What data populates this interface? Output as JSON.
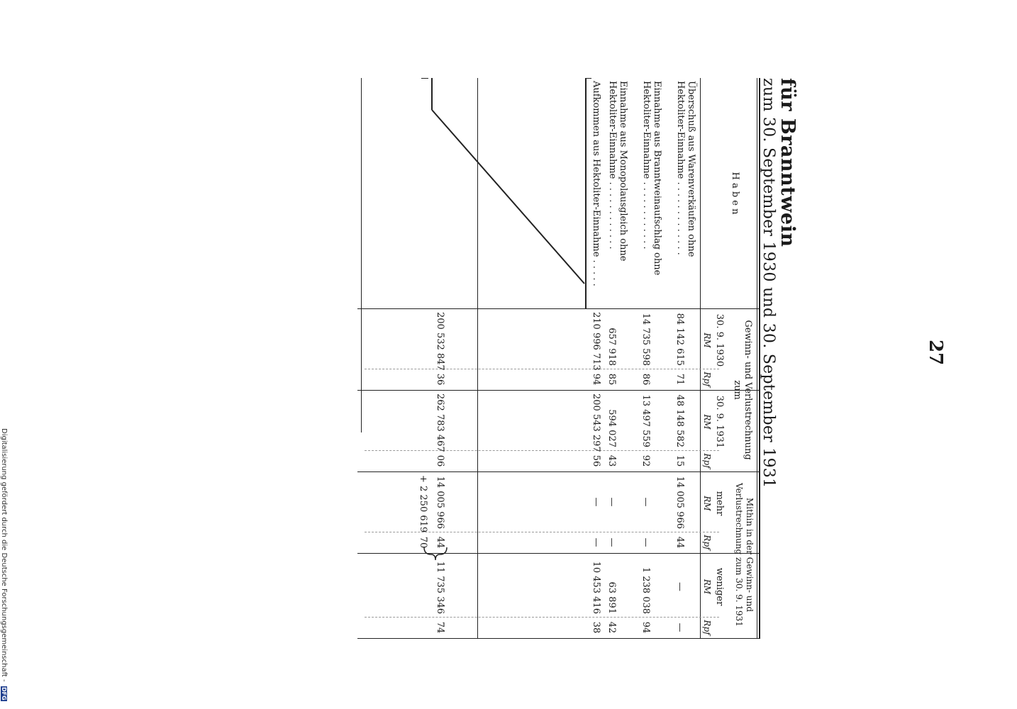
{
  "page_number": "27",
  "title": "für Branntwein",
  "subtitle": "zum 30. September 1930 und 30. September 1931",
  "table": {
    "side_header": "H a b e n",
    "group_header_1": "Gewinn- und Verlustrechnung zum",
    "group_header_2": "Mithin in der Gewinn- und Verlustrechnung zum 30. 9. 1931",
    "columns": [
      {
        "label": "30. 9. 1930",
        "unit_rm": "RM",
        "unit_pf": "Rpf"
      },
      {
        "label": "30. 9. 1931",
        "unit_rm": "RM",
        "unit_pf": "Rpf"
      },
      {
        "label": "mehr",
        "unit_rm": "RM",
        "unit_pf": "Rpf"
      },
      {
        "label": "weniger",
        "unit_rm": "RM",
        "unit_pf": "Rpf"
      }
    ],
    "rows": [
      {
        "label": "Überschuß aus Warenverkäufen ohne Hektoliter-Einnahme . . . . . . . . . . . . .",
        "c1_rm": "84 142 615",
        "c1_pf": "71",
        "c2_rm": "48 148 582",
        "c2_pf": "15",
        "c3_rm": "14 005 966",
        "c3_pf": "44",
        "c4_rm": "—",
        "c4_pf": "—"
      },
      {
        "label": "Einnahme aus Branntweinaufschlag ohne Hektoliter-Einnahme . . . . . . . . . . . .",
        "c1_rm": "14 735 598",
        "c1_pf": "86",
        "c2_rm": "13 497 559",
        "c2_pf": "92",
        "c3_rm": "—",
        "c3_pf": "—",
        "c4_rm": "1 238 038",
        "c4_pf": "94"
      },
      {
        "label": "Einnahme aus Monopolausgleich ohne Hektoliter-Einnahme . . . . . . . . . . . .",
        "c1_rm": "657 918",
        "c1_pf": "85",
        "c2_rm": "594 027",
        "c2_pf": "43",
        "c3_rm": "—",
        "c3_pf": "—",
        "c4_rm": "63 891",
        "c4_pf": "42"
      },
      {
        "label": "Aufkommen aus Hektoliter-Einnahme . . . . .",
        "c1_rm": "210 996 713",
        "c1_pf": "94",
        "c2_rm": "200 543 297",
        "c2_pf": "56",
        "c3_rm": "—",
        "c3_pf": "—",
        "c4_rm": "10 453 416",
        "c4_pf": "38"
      }
    ],
    "totals": {
      "c1_rm": "200 532 847",
      "c1_pf": "36",
      "c2_rm": "262 783 467",
      "c2_pf": "06",
      "c3_rm": "14 005 966",
      "c3_pf": "44",
      "c4_rm": "11 735 346",
      "c4_pf": "74",
      "balance_rm": "+ 2 250 619",
      "balance_pf": "70"
    }
  },
  "footer": {
    "credit": "Digitalisierung gefördert durch die Deutsche Forschungsgemeinschaft -",
    "logo_text": "DFG"
  }
}
